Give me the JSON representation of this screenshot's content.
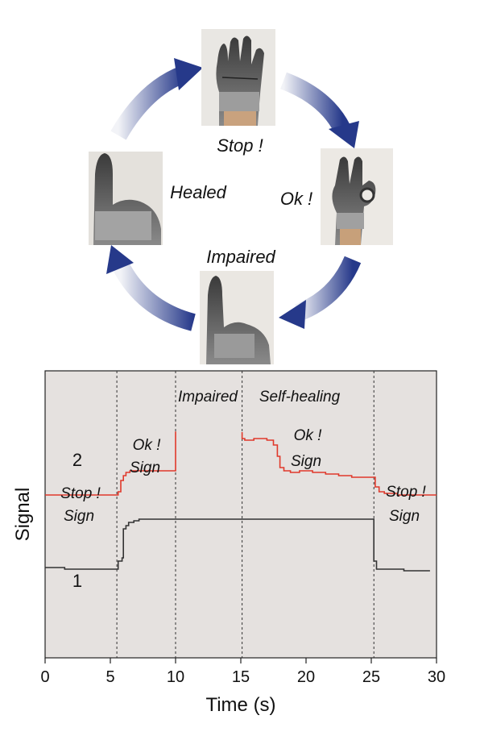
{
  "cycle": {
    "labels": {
      "stop": "Stop !",
      "ok": "Ok !",
      "impaired": "Impaired",
      "healed": "Healed"
    },
    "photo_icons": [
      "glove-stop-sign-photo",
      "glove-ok-sign-photo",
      "glove-impaired-photo",
      "glove-healed-photo"
    ],
    "arrow_color": "#2b3d8a"
  },
  "chart_data": {
    "type": "line",
    "xlabel": "Time (s)",
    "ylabel": "Signal",
    "xlim": [
      0,
      30
    ],
    "xticks": [
      0,
      5,
      10,
      15,
      20,
      25,
      30
    ],
    "background": "#e5e1df",
    "phase_boundaries": [
      5.5,
      10,
      15.1,
      25.2
    ],
    "annotations": {
      "impaired": "Impaired",
      "self_healing": "Self-healing",
      "ok_line1_a": "Ok !",
      "ok_line2_a": "Sign",
      "ok_line1_b": "Ok !",
      "ok_line2_b": "Sign",
      "stop_line1_a": "Stop !",
      "stop_line2_a": "Sign",
      "stop_line1_b": "Stop !",
      "stop_line2_b": "Sign"
    },
    "series": [
      {
        "name": "1",
        "color": "#333333",
        "x": [
          0,
          1.5,
          1.5,
          5.5,
          5.6,
          5.9,
          6.0,
          6.2,
          6.4,
          6.8,
          7.2,
          8,
          9,
          10,
          11,
          12,
          13,
          14,
          15,
          16,
          17,
          18,
          19,
          20,
          21,
          22,
          23,
          24,
          25,
          25.2,
          25.4,
          26,
          27.5,
          29.5
        ],
        "y": [
          0.56,
          0.56,
          0.55,
          0.55,
          0.6,
          0.62,
          0.8,
          0.82,
          0.84,
          0.85,
          0.86,
          0.86,
          0.86,
          0.86,
          0.86,
          0.86,
          0.86,
          0.86,
          0.86,
          0.86,
          0.86,
          0.86,
          0.86,
          0.86,
          0.86,
          0.86,
          0.86,
          0.86,
          0.86,
          0.6,
          0.55,
          0.55,
          0.54,
          0.54
        ]
      },
      {
        "name": "2",
        "color": "#e0392b",
        "segments": [
          {
            "x": [
              0,
              5.5,
              5.6,
              5.8,
              6.0,
              6.2,
              6.5,
              7,
              8,
              9,
              10,
              10,
              10.05
            ],
            "y": [
              1.01,
              1.01,
              1.03,
              1.1,
              1.13,
              1.15,
              1.16,
              1.16,
              1.16,
              1.16,
              1.16,
              1.4,
              1.4
            ]
          },
          {
            "x": [
              15.1,
              15.1,
              15.3,
              16,
              16.5,
              17,
              17.5,
              17.8,
              18,
              18.3,
              18.8,
              19.5,
              20.5,
              21.5,
              22.5,
              23.5,
              24.5,
              25.2,
              25.3,
              25.6,
              26,
              27,
              28,
              29,
              30
            ],
            "y": [
              1.4,
              1.36,
              1.35,
              1.36,
              1.36,
              1.35,
              1.32,
              1.25,
              1.18,
              1.16,
              1.15,
              1.16,
              1.15,
              1.14,
              1.13,
              1.12,
              1.12,
              1.12,
              1.06,
              1.03,
              1.02,
              1.01,
              1.01,
              1.01,
              1.01
            ]
          }
        ]
      }
    ],
    "curve_labels": [
      "1",
      "2"
    ]
  }
}
